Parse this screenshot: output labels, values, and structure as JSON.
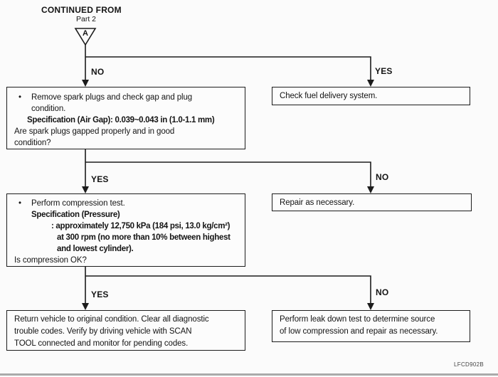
{
  "header": {
    "title": "CONTINUED FROM",
    "subtitle": "Part 2",
    "connector_label": "A"
  },
  "branches": {
    "b1_left": "NO",
    "b1_right": "YES",
    "b2_left": "YES",
    "b2_right": "NO",
    "b3_left": "YES",
    "b3_right": "NO"
  },
  "boxes": {
    "spark_plug": {
      "bullet": "•",
      "action": "Remove spark plugs and check gap and plug condition.",
      "spec": "Specification (Air Gap): 0.039~0.043 in (1.0-1.1 mm)",
      "question": "Are spark plugs gapped properly and in good condition?"
    },
    "fuel": {
      "text": "Check fuel delivery system."
    },
    "compression": {
      "bullet": "•",
      "action": "Perform compression test.",
      "spec_title": "Specification (Pressure)",
      "spec_lines": [
        ": approximately 12,750 kPa (184 psi, 13.0 kg/cm²)",
        "at 300 rpm (no more than 10% between highest",
        "and lowest cylinder)."
      ],
      "question": "Is compression OK?"
    },
    "repair": {
      "text": "Repair as necessary."
    },
    "return_vehicle": {
      "text": "Return vehicle to original condition. Clear all diagnostic trouble codes. Verify by driving vehicle with SCAN TOOL connected and monitor for pending codes."
    },
    "leak_down": {
      "text": "Perform leak down test to determine source of low compression and repair as necessary."
    }
  },
  "footer": {
    "figure_code": "LFCD902B"
  },
  "colors": {
    "line": "#1c1c1c",
    "text": "#141414",
    "background": "#fbfbfb"
  }
}
